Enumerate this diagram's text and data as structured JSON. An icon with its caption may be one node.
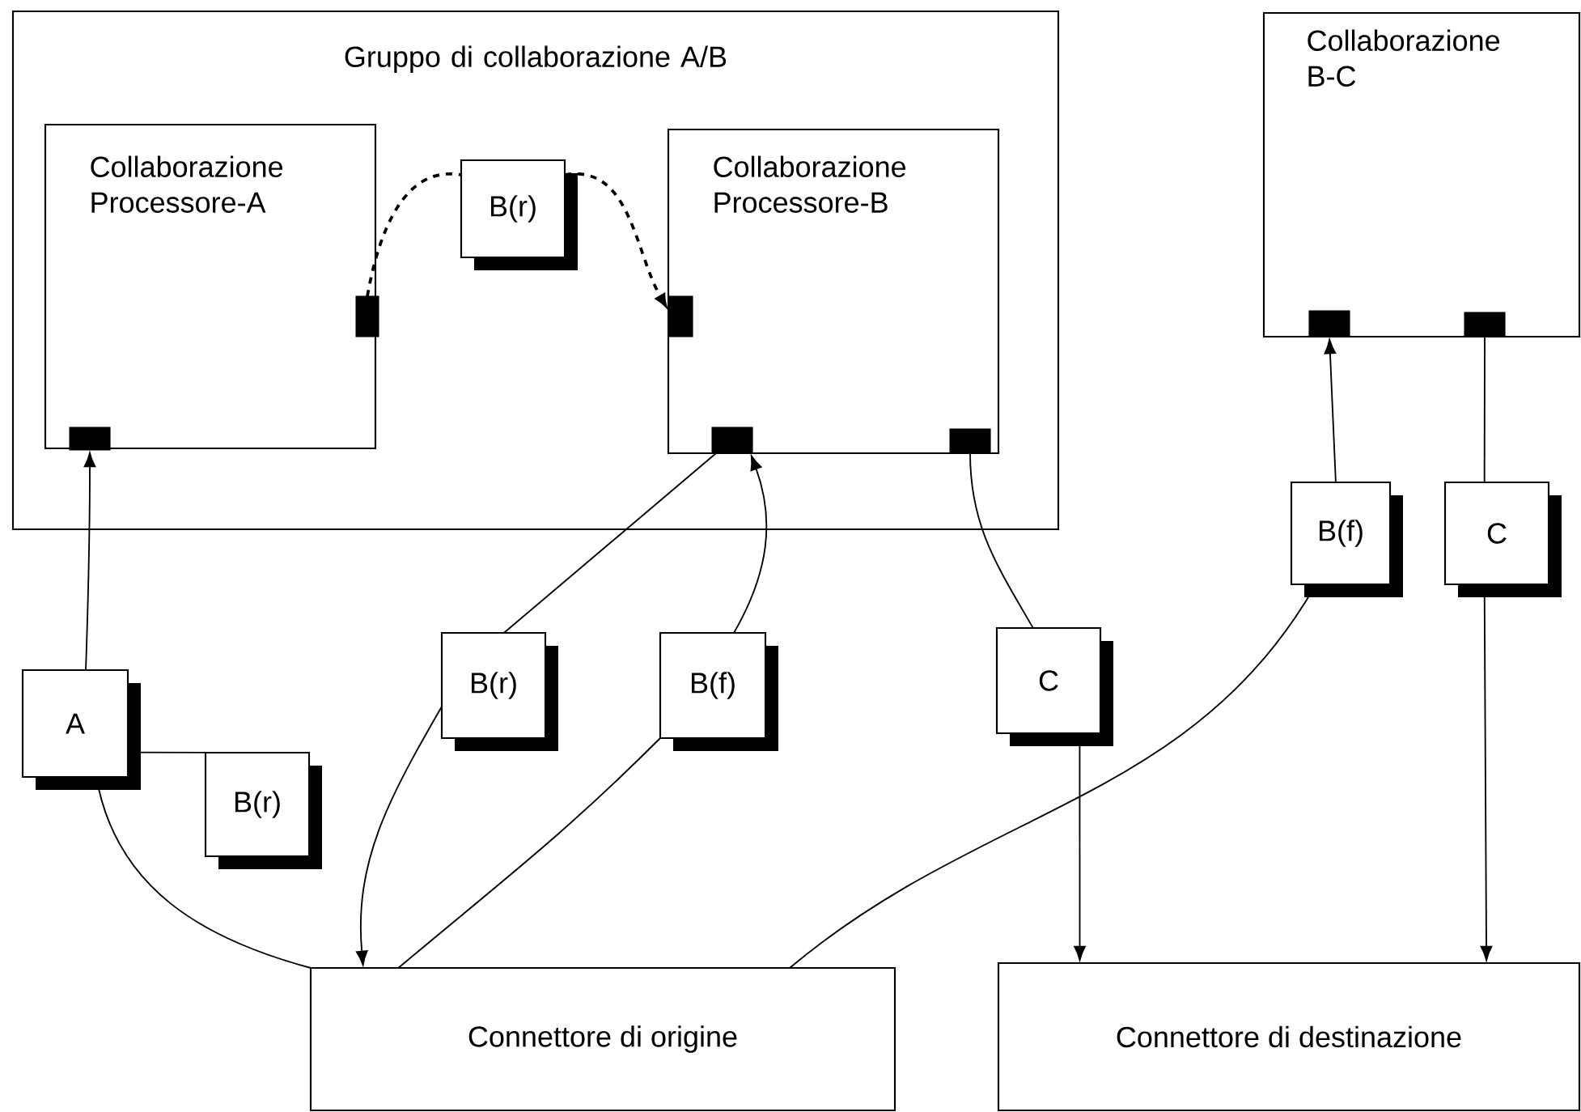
{
  "diagram": {
    "nodes": [
      {
        "text": [
          "Gruppo di collaborazione A/B"
        ]
      },
      {
        "text": [
          "Collaborazione Processore-A"
        ],
        "in": 0
      },
      {
        "text": [
          "Collaborazione Processore-B"
        ],
        "in": 0
      },
      {
        "text": [
          "Collaborazione B-C"
        ]
      },
      {
        "text": [
          "Connettore di origine"
        ]
      },
      {
        "text": [
          "Connettore di destinazione"
        ]
      },
      {
        "text": [],
        "shape": "bar",
        "in": 1
      },
      {
        "text": [],
        "shape": "bar",
        "in": 1
      },
      {
        "text": [],
        "shape": "bar",
        "in": 2
      },
      {
        "text": [],
        "shape": "bar",
        "in": 2
      },
      {
        "text": [],
        "shape": "bar",
        "in": 2
      },
      {
        "text": [],
        "shape": "bar",
        "in": 3
      },
      {
        "text": [],
        "shape": "bar",
        "in": 3
      },
      {
        "text": [
          "B(r)"
        ],
        "in": 0
      },
      {
        "text": [
          "A"
        ]
      },
      {
        "text": [
          "B(r)"
        ]
      },
      {
        "text": [
          "B(r)"
        ]
      },
      {
        "text": [
          "B(f)"
        ]
      },
      {
        "text": [
          "C"
        ]
      },
      {
        "text": [
          "B(f)"
        ]
      },
      {
        "text": [
          "C"
        ]
      }
    ],
    "edges": [
      {
        "from": 7,
        "to": 13,
        "arrow": "none",
        "style": "dashed"
      },
      {
        "from": 13,
        "to": 8,
        "arrow": "to",
        "style": "dashed"
      },
      {
        "from": 14,
        "to": 6,
        "arrow": "to"
      },
      {
        "from": 14,
        "to": 15,
        "arrow": "none"
      },
      {
        "from": 14,
        "to": 4,
        "arrow": "none"
      },
      {
        "from": 9,
        "to": 16,
        "arrow": "none"
      },
      {
        "from": 16,
        "to": 4,
        "arrow": "to"
      },
      {
        "from": 4,
        "to": 17,
        "arrow": "none"
      },
      {
        "from": 17,
        "to": 9,
        "arrow": "to"
      },
      {
        "from": 10,
        "to": 18,
        "arrow": "none"
      },
      {
        "from": 18,
        "to": 5,
        "arrow": "to"
      },
      {
        "from": 4,
        "to": 19,
        "arrow": "none"
      },
      {
        "from": 19,
        "to": 11,
        "arrow": "to"
      },
      {
        "from": 12,
        "to": 20,
        "arrow": "none"
      },
      {
        "from": 20,
        "to": 5,
        "arrow": "to"
      }
    ]
  }
}
